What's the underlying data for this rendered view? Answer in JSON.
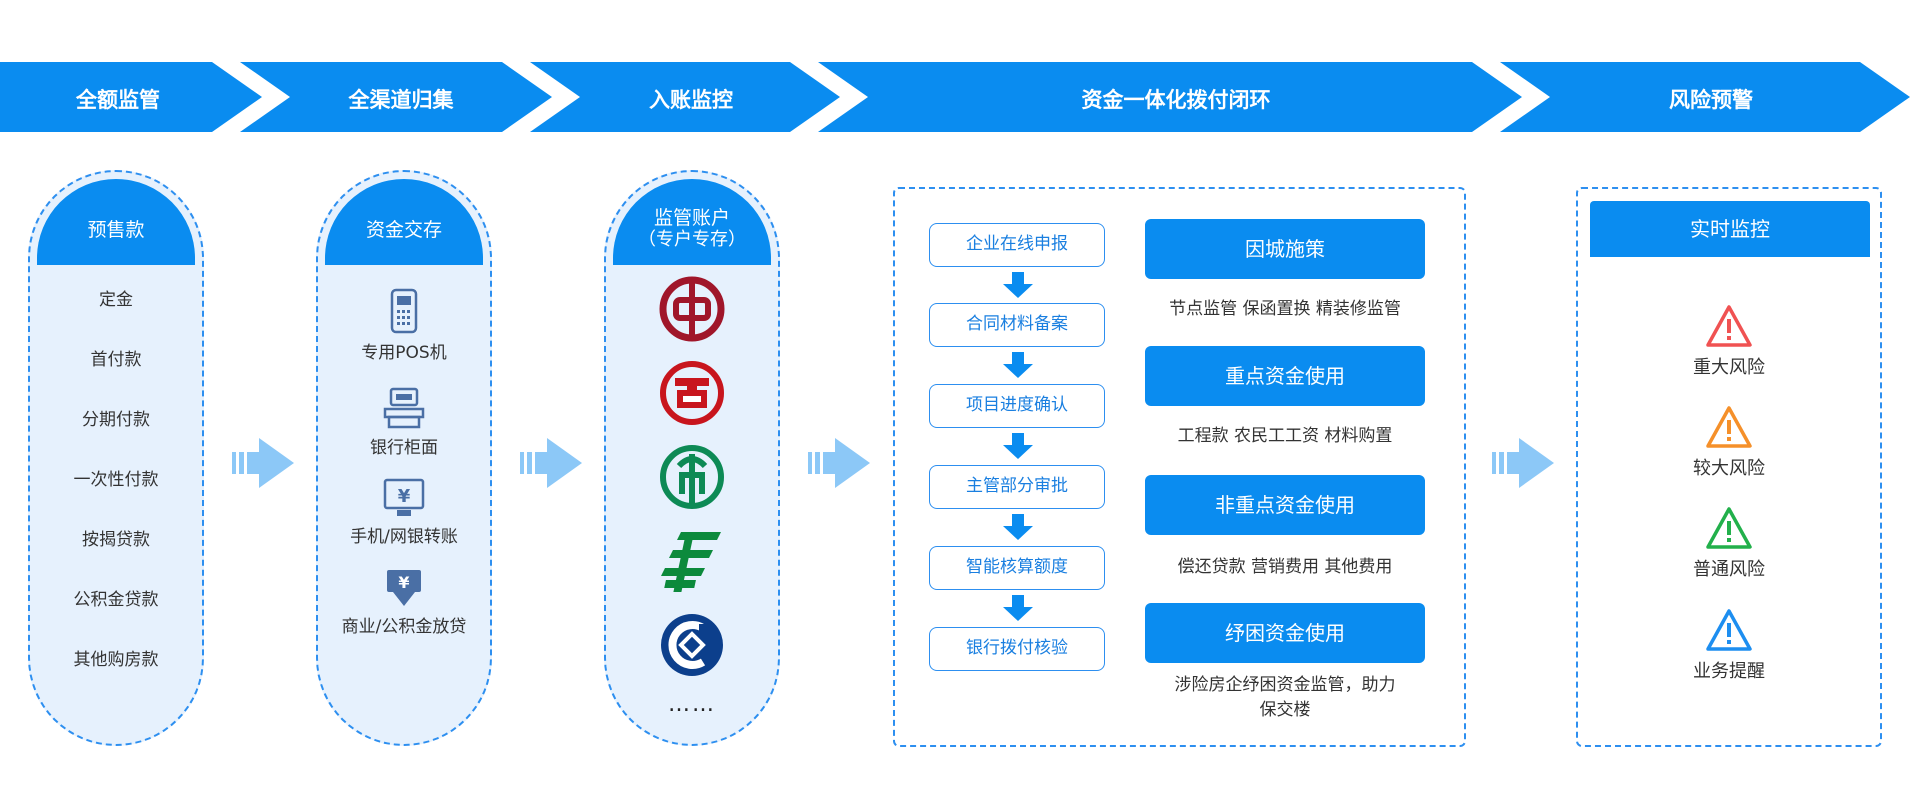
{
  "stages": [
    "全额监管",
    "全渠道归集",
    "入账监控",
    "资金一体化拨付闭环",
    "风险预警"
  ],
  "col1": {
    "title": "预售款",
    "items": [
      "定金",
      "首付款",
      "分期付款",
      "一次性付款",
      "按揭贷款",
      "公积金贷款",
      "其他购房款"
    ]
  },
  "col2": {
    "title": "资金交存",
    "tools": [
      {
        "label": "专用POS机",
        "icon": "pos-terminal-icon"
      },
      {
        "label": "银行柜面",
        "icon": "bank-counter-icon"
      },
      {
        "label": "手机/网银转账",
        "icon": "online-transfer-icon"
      },
      {
        "label": "商业/公积金放贷",
        "icon": "loan-icon"
      }
    ]
  },
  "col3": {
    "title_line1": "监管账户",
    "title_line2": "（专户专存）",
    "banks": [
      "bank-of-china-logo",
      "icbc-logo",
      "abc-logo",
      "postal-bank-logo",
      "ccb-logo"
    ],
    "more": "……"
  },
  "closed_loop": {
    "steps": [
      "企业在线申报",
      "合同材料备案",
      "项目进度确认",
      "主管部分审批",
      "智能核算额度",
      "银行拨付核验"
    ],
    "policies": [
      {
        "title": "因城施策",
        "desc": "节点监管 保函置换 精装修监管"
      },
      {
        "title": "重点资金使用",
        "desc": "工程款 农民工工资 材料购置"
      },
      {
        "title": "非重点资金使用",
        "desc": "偿还贷款 营销费用 其他费用"
      },
      {
        "title": "纾困资金使用",
        "desc_line1": "涉险房企纾困资金监管，助力",
        "desc_line2": "保交楼"
      }
    ]
  },
  "risk": {
    "title": "实时监控",
    "levels": [
      {
        "label": "重大风险",
        "color": "#f05252"
      },
      {
        "label": "较大风险",
        "color": "#f5902a"
      },
      {
        "label": "普通风险",
        "color": "#22b04b"
      },
      {
        "label": "业务提醒",
        "color": "#1d8ef0"
      }
    ]
  },
  "colors": {
    "primary": "#0a8cf0",
    "light_bg": "#e6f1fd",
    "arrow_light": "#8cc8f7"
  }
}
